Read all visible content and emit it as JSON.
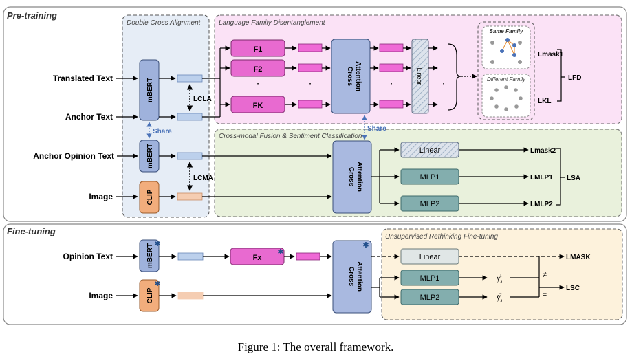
{
  "sections": {
    "pretraining": "Pre-training",
    "finetuning": "Fine-tuning"
  },
  "regions": {
    "dca": "Double Cross Alignment",
    "lfd": "Language Family Disentanglement",
    "cmf": "Cross-modal Fusion & Sentiment Classification",
    "urf": "Unsupervised Rethinking Fine-tuning"
  },
  "inputs": {
    "translated": "Translated Text",
    "anchor": "Anchor Text",
    "anchor_opinion": "Anchor Opinion Text",
    "image": "Image",
    "opinion": "Opinion Text",
    "image_ft": "Image"
  },
  "encoders": {
    "mbert": "mBERT",
    "clip": "CLIP",
    "share": "Share"
  },
  "blocks": {
    "f1": "F1",
    "f2": "F2",
    "fk": "FK",
    "fx": "Fx",
    "cross_attention_1": "Cross",
    "cross_attention_2": "Attention",
    "linear": "Linear",
    "mlp1": "MLP1",
    "mlp2": "MLP2"
  },
  "clusters": {
    "same": "Same Family",
    "different": "Different Family"
  },
  "losses": {
    "cla": "LCLA",
    "cma": "LCMA",
    "mask1": "Lmask1",
    "kl": "LKL",
    "lfd": "LFD",
    "mask2": "Lmask2",
    "mlp1": "LMLP1",
    "mlp2": "LMLP2",
    "sa": "LSA",
    "mask": "LMASK",
    "sc": "LSC"
  },
  "symbols": {
    "dots": "·",
    "neq": "≠",
    "eq": "="
  },
  "caption": "Figure 1: The overall framework."
}
